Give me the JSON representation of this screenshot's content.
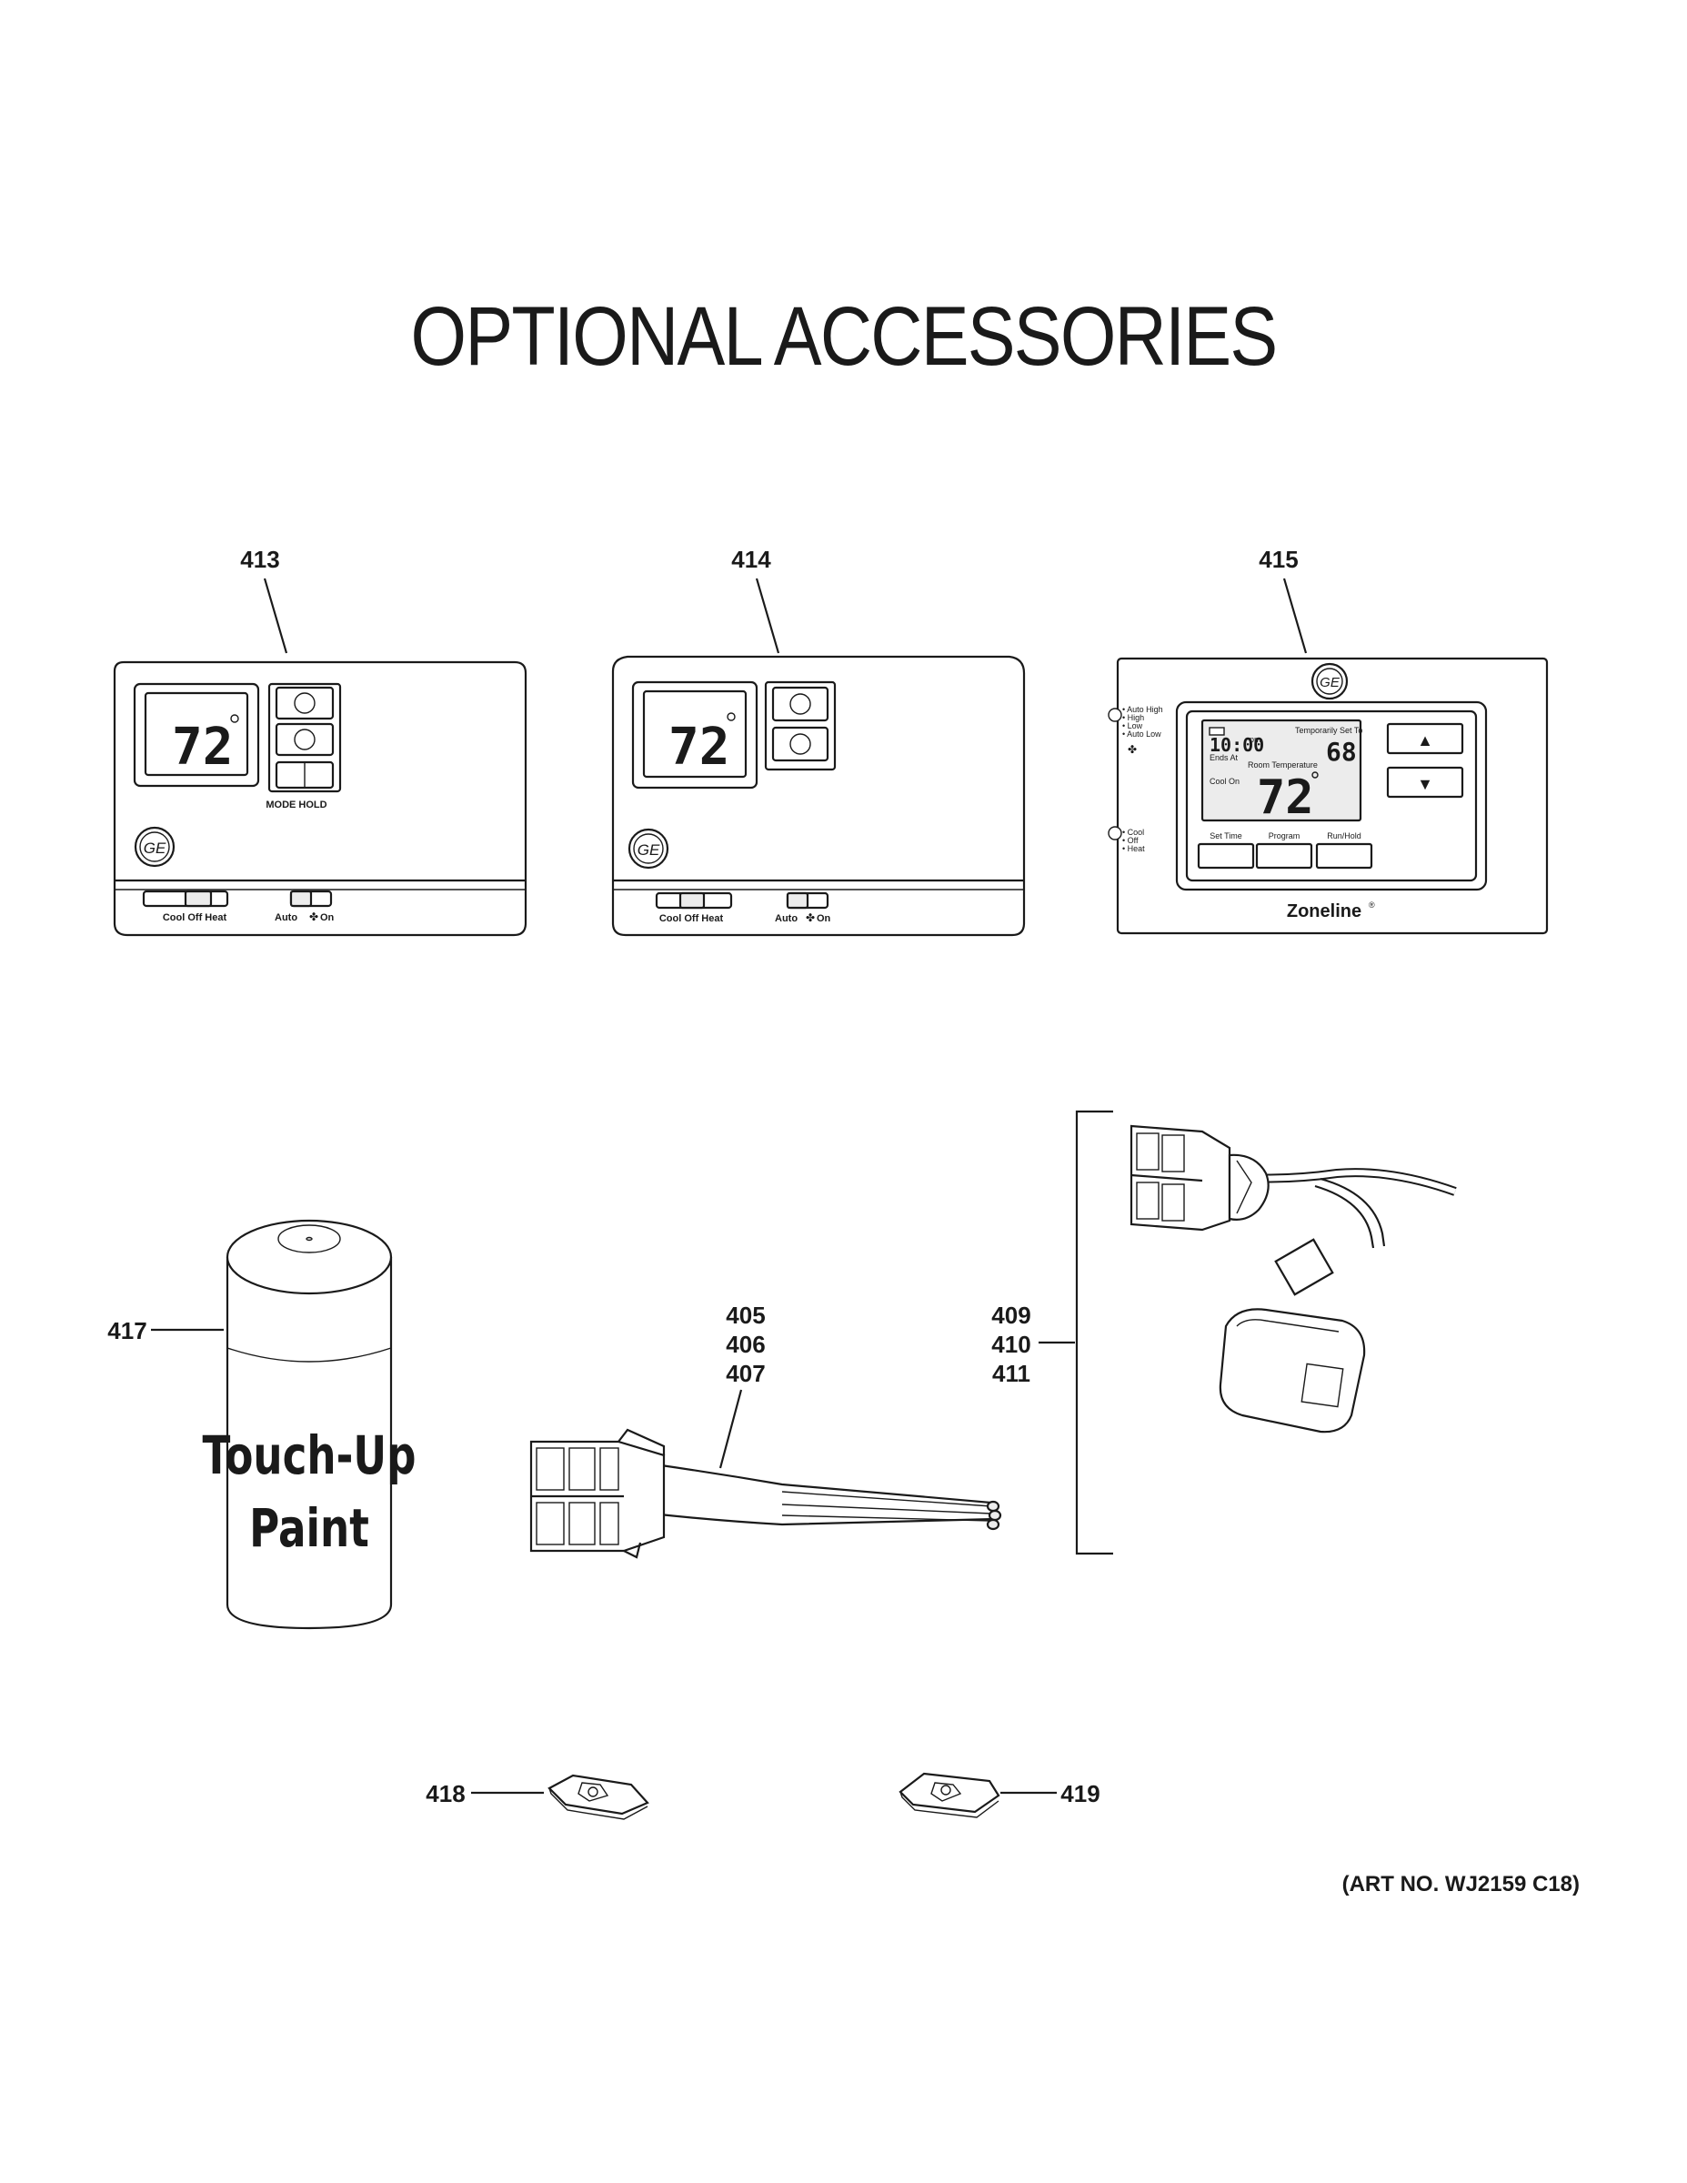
{
  "diagram": {
    "title": "OPTIONAL ACCESSORIES",
    "art_number": "(ART NO. WJ2159 C18)",
    "parts": [
      {
        "id": "413",
        "label": "413"
      },
      {
        "id": "414",
        "label": "414"
      },
      {
        "id": "415",
        "label": "415"
      },
      {
        "id": "417",
        "label": "417"
      },
      {
        "id": "405-407",
        "label_lines": [
          "405",
          "406",
          "407"
        ]
      },
      {
        "id": "409-411",
        "label_lines": [
          "409",
          "410",
          "411"
        ]
      },
      {
        "id": "418",
        "label": "418"
      },
      {
        "id": "419",
        "label": "419"
      }
    ],
    "thermostat_413": {
      "display": "72",
      "buttons_label": "MODE HOLD",
      "switch_mode": "Cool  Off  Heat",
      "switch_fan": "Auto",
      "switch_fan_on": "On"
    },
    "thermostat_414": {
      "display": "72",
      "switch_mode": "Cool Off Heat",
      "switch_fan": "Auto",
      "switch_fan_on": "On"
    },
    "thermostat_415": {
      "brand": "Zoneline",
      "trademark": "®",
      "fan_options": [
        "Auto High",
        "High",
        "Low",
        "Auto Low"
      ],
      "mode_options": [
        "Cool",
        "Off",
        "Heat"
      ],
      "time": "10:00",
      "time_suffix": "pm",
      "ends_at": "Ends At",
      "temp_set_label": "Temporarily Set To",
      "temp_set_value": "68",
      "room_temp_label": "Room Temperature",
      "room_temp_value": "72",
      "status": "Cool On",
      "buttons": [
        "Set Time",
        "Program",
        "Run/Hold"
      ],
      "up_arrow": "▲",
      "down_arrow": "▼"
    },
    "paint_can": {
      "line1": "Touch-Up",
      "line2": "Paint"
    },
    "logo_text": "GE"
  }
}
